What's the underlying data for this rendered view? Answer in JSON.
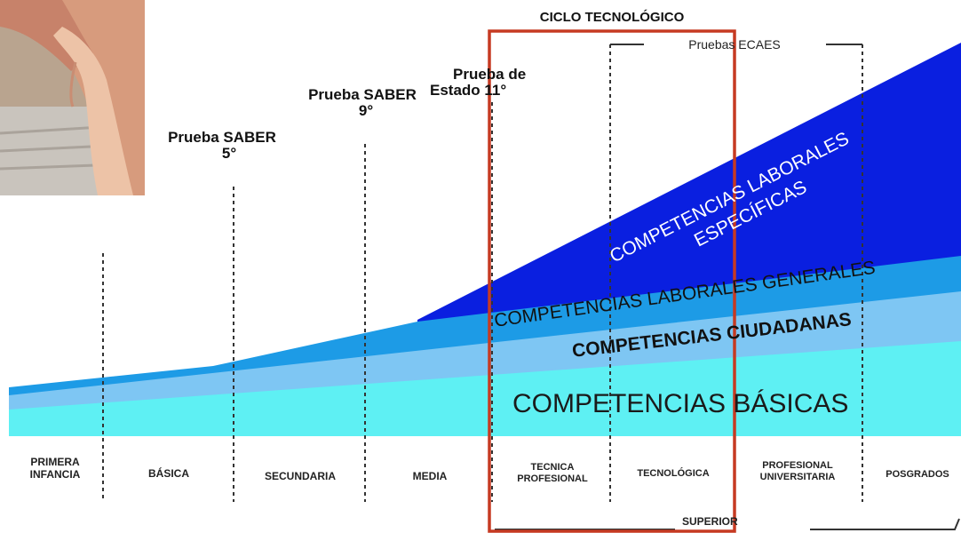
{
  "header": {
    "cycle_title": "CICLO TECNOLÓGICO",
    "ecaes_label": "Pruebas ECAES"
  },
  "tests": {
    "saber5": {
      "line1": "Prueba SABER",
      "line2": "5°"
    },
    "saber9": {
      "line1": "Prueba SABER",
      "line2": "9°"
    },
    "estado11": {
      "line1": "Prueba de",
      "line2": "Estado 11°"
    }
  },
  "bands": {
    "basicas": "COMPETENCIAS BÁSICAS",
    "ciudadanas": "COMPETENCIAS CIUDADANAS",
    "laborales_generales": "COMPETENCIAS LABORALES GENERALES",
    "laborales_especificas_1": "COMPETENCIAS LABORALES",
    "laborales_especificas_2": "ESPECÍFICAS"
  },
  "levels": [
    {
      "line1": "PRIMERA",
      "line2": "INFANCIA"
    },
    {
      "line1": "BÁSICA",
      "line2": ""
    },
    {
      "line1": "SECUNDARIA",
      "line2": ""
    },
    {
      "line1": "MEDIA",
      "line2": ""
    },
    {
      "line1": "TECNICA",
      "line2": "PROFESIONAL"
    },
    {
      "line1": "TECNOLÓGICA",
      "line2": ""
    },
    {
      "line1": "PROFESIONAL",
      "line2": "UNIVERSITARIA"
    },
    {
      "line1": "POSGRADOS",
      "line2": ""
    }
  ],
  "superior_label": "SUPERIOR",
  "colors": {
    "basicas": "#5ef0f3",
    "ciudadanas": "#7ec6f3",
    "laborales_generales": "#1d9be6",
    "laborales_especificas": "#0a1fe0",
    "cycle_box": "#c63a22"
  },
  "icons": {
    "photo": "hands-photo"
  }
}
